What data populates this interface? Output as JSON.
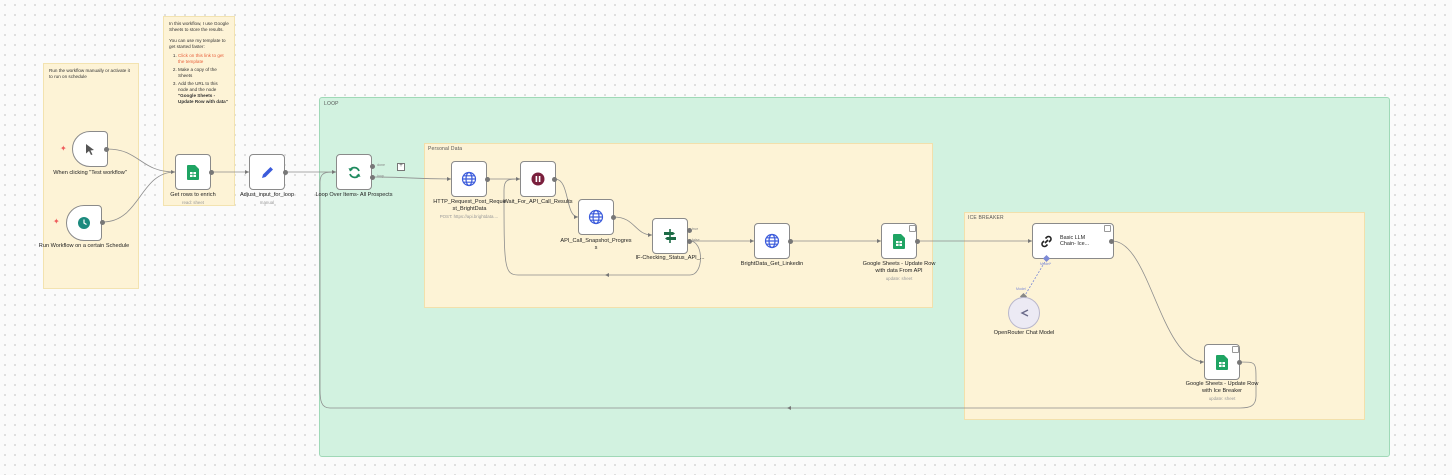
{
  "notes": {
    "run_note": "Run the workflow manually or activate it to run on schedule",
    "sheets_note_intro": "In this workflow, I use Google Sheets to store the results.",
    "sheets_note_template": "You can use my template to get started faster:",
    "step1": "Click on this link to get the template",
    "step2": "Make a copy of the Sheets",
    "step3_prefix": "Add the URL to this node and the node ",
    "step3_bold": "\"Google Sheets - Update Row with data\""
  },
  "groups": {
    "loop": "LOOP",
    "personal": "Personal Data",
    "icebreaker": "ICE BREAKER"
  },
  "nodes": {
    "test_trigger": "When clicking \"Test workflow\"",
    "schedule_trigger": "Run Workflow on a certain Schedule",
    "get_rows": "Get rows to enrich",
    "get_rows_sub": "read: sheet",
    "adjust": "Adjust_input_for_loop",
    "adjust_sub": "manual",
    "loop": "Loop Over Items- All Prospects",
    "http_post": "HTTP_Request_Post_Request_BrightData",
    "http_post_sub": "POST: https://api.brightdata....",
    "wait": "Wait_For_API_Call_Results",
    "snapshot": "API_Call_Snapshot_Progress",
    "if_check": "IF-Checking_Status_API_...",
    "brightdata_get": "BrightData_Get_Linkedin",
    "update_row": "Google Sheets - Update Row with data From API",
    "update_row_sub": "update: sheet",
    "llm_line1": "Basic LLM",
    "llm_line2": "Chain- Ice...",
    "openrouter": "OpenRouter Chat Model",
    "update_ice": "Google Sheets - Update Row with Ice Breaker",
    "update_ice_sub": "update: sheet"
  },
  "edge_labels": {
    "done": "done",
    "loop": "loop",
    "true": "true",
    "false": "false",
    "model": "Model",
    "model_port": "Model*"
  },
  "icons": {
    "test_trigger": "cursor-icon",
    "schedule": "clock-icon",
    "sheets": "google-sheets-icon",
    "pen": "pen-icon",
    "loop": "refresh-icon",
    "http": "globe-icon",
    "wait": "pause-icon",
    "if": "split-icon",
    "llm": "chain-link-icon",
    "openrouter": "openrouter-icon"
  },
  "colors": {
    "loop_group": "#d2f2e0",
    "sticky": "#fdf3d6",
    "sheets_green": "#1fa463",
    "pen_blue": "#3b5bdb",
    "globe_blue": "#3b5bdb",
    "wait_maroon": "#7a1f3d",
    "trigger_red": "#ef5b5b"
  }
}
